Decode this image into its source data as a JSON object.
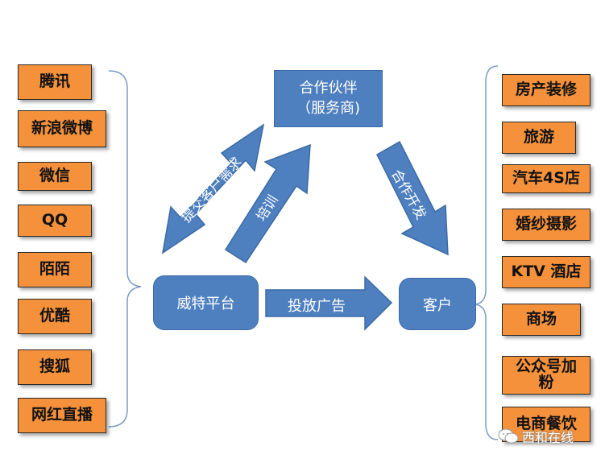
{
  "left_items": [
    "腾讯",
    "新浪微博",
    "微信",
    "QQ",
    "陌陌",
    "优酷",
    "搜狐",
    "网红直播"
  ],
  "right_items": [
    "房产装修",
    "旅游",
    "汽车4S店",
    "婚纱摄影",
    "KTV 酒店",
    "商场",
    "公众号加粉",
    "电商餐饮"
  ],
  "nodes": {
    "partner_line1": "合作伙伴",
    "partner_line2": "（服务商)",
    "platform": "威特平台",
    "customer": "客户"
  },
  "arrows": {
    "submit": "提交客户需求",
    "training": "培训",
    "cooperate": "合作开发",
    "advertise": "投放广告"
  },
  "watermark": "西和在线",
  "colors": {
    "orange_box": "#f5913a",
    "blue_box": "#4e7fbf",
    "bracket": "#7a9cc8"
  }
}
